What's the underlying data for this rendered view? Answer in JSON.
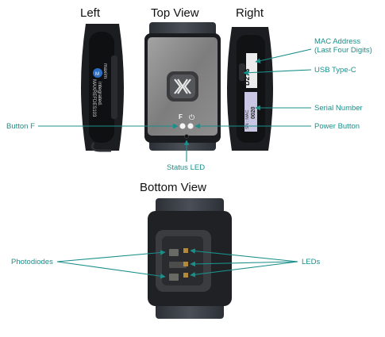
{
  "titles": {
    "left": "Left",
    "top": "Top View",
    "right": "Right",
    "bottom": "Bottom View"
  },
  "callouts": {
    "mac_address_line1": "MAC Address",
    "mac_address_line2": "(Last Four Digits)",
    "usb": "USB Type-C",
    "serial": "Serial Number",
    "power_button": "Power Button",
    "button_f": "Button F",
    "status_led": "Status LED",
    "photodiodes": "Photodiodes",
    "leds": "LEDs"
  },
  "device_text": {
    "brand_line1": "maxim",
    "brand_line2": "integrated.",
    "model": "MAXREFDES103",
    "mac_digits": "D273",
    "serial_prefix": "SN : MAC",
    "serial_value": "0020",
    "button_f_glyph": "F",
    "power_glyph": "⏻"
  },
  "colors": {
    "callout": "#1a8f8a",
    "strap": "#3b3f46",
    "body_dark": "#141416",
    "plate": "#8a8a8a"
  }
}
